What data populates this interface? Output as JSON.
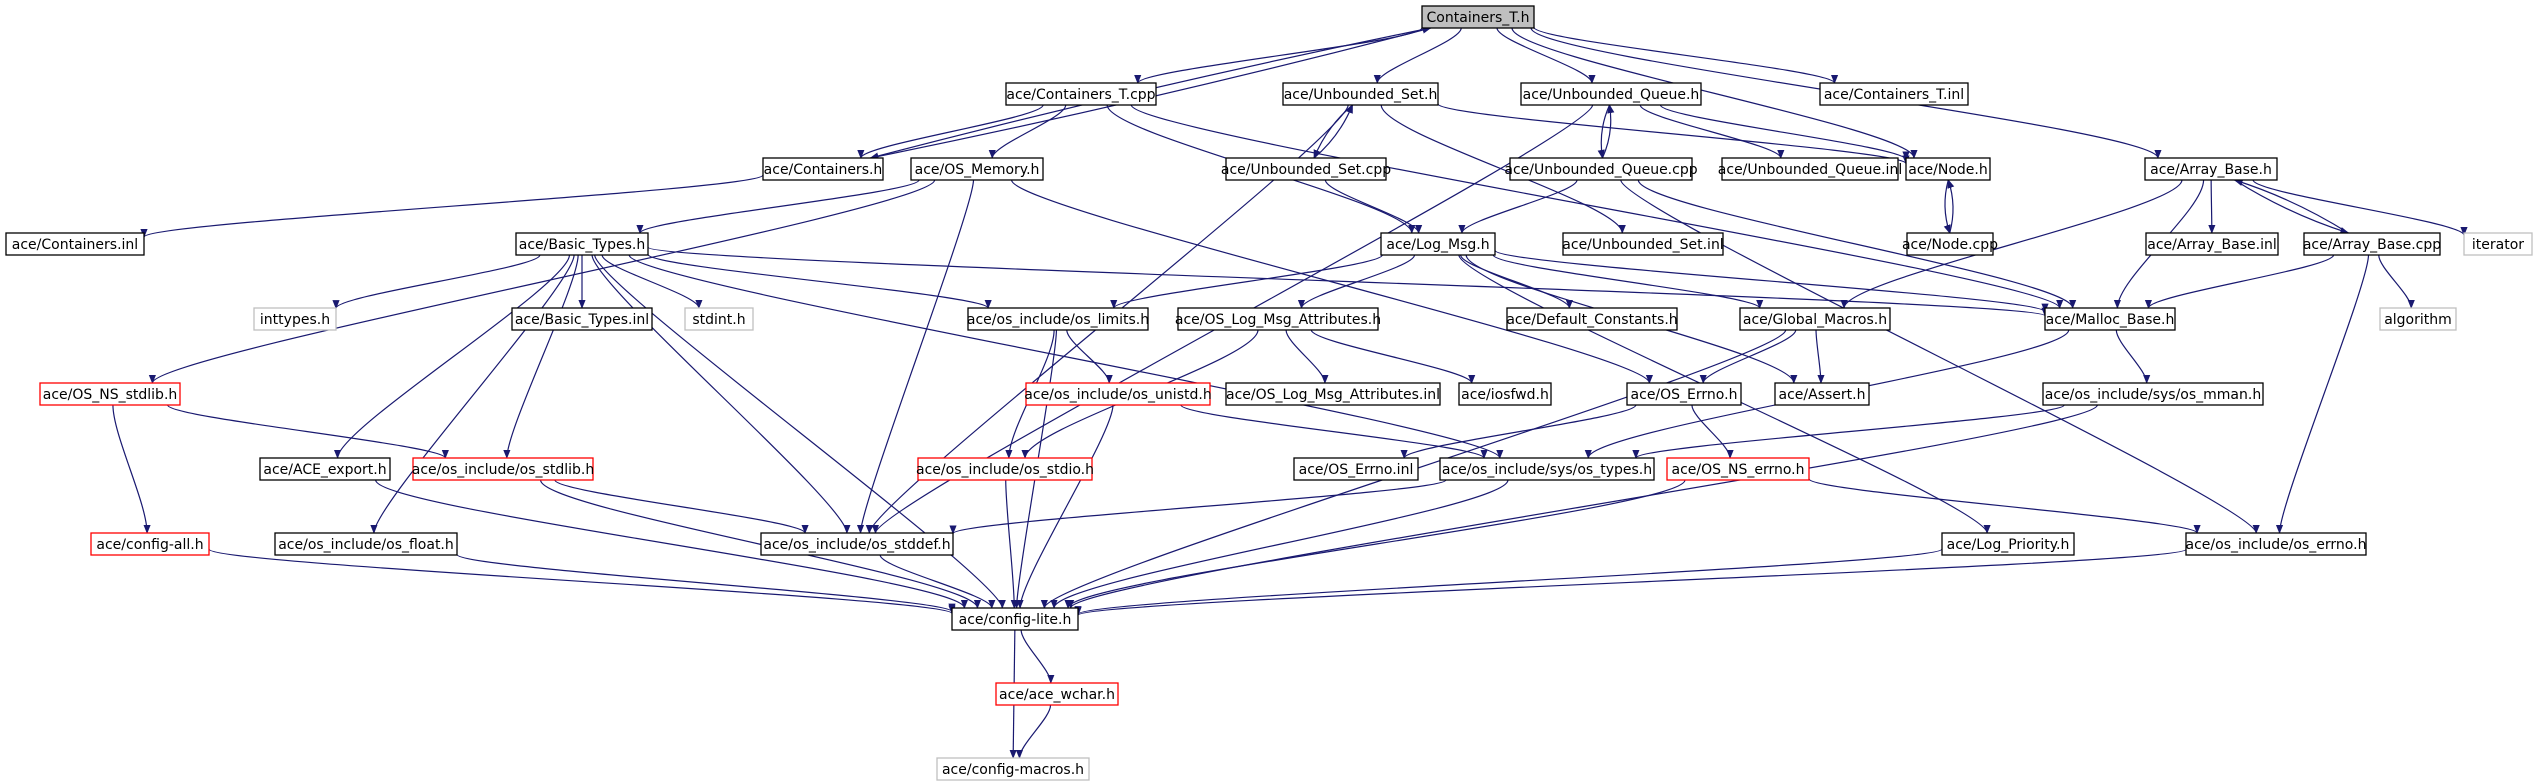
{
  "colors": {
    "edge": "#191970",
    "border_default": "#000000",
    "border_red": "#ff0000",
    "border_gray": "#bfbfbf",
    "fill_root": "#bfbfbf",
    "fill_default": "#ffffff",
    "text": "#000000"
  },
  "nodes": [
    {
      "id": "containers_t_h",
      "label": "Containers_T.h",
      "style": "root"
    },
    {
      "id": "containers_t_cpp",
      "label": "ace/Containers_T.cpp",
      "style": "normal"
    },
    {
      "id": "unbounded_set_h",
      "label": "ace/Unbounded_Set.h",
      "style": "normal"
    },
    {
      "id": "unbounded_queue_h",
      "label": "ace/Unbounded_Queue.h",
      "style": "normal"
    },
    {
      "id": "containers_t_inl",
      "label": "ace/Containers_T.inl",
      "style": "normal"
    },
    {
      "id": "containers_h",
      "label": "ace/Containers.h",
      "style": "normal"
    },
    {
      "id": "os_memory_h",
      "label": "ace/OS_Memory.h",
      "style": "normal"
    },
    {
      "id": "unbounded_set_cpp",
      "label": "ace/Unbounded_Set.cpp",
      "style": "normal"
    },
    {
      "id": "unbounded_queue_cpp",
      "label": "ace/Unbounded_Queue.cpp",
      "style": "normal"
    },
    {
      "id": "unbounded_queue_inl",
      "label": "ace/Unbounded_Queue.inl",
      "style": "normal"
    },
    {
      "id": "node_h",
      "label": "ace/Node.h",
      "style": "normal"
    },
    {
      "id": "array_base_h",
      "label": "ace/Array_Base.h",
      "style": "normal"
    },
    {
      "id": "containers_inl",
      "label": "ace/Containers.inl",
      "style": "normal"
    },
    {
      "id": "basic_types_h",
      "label": "ace/Basic_Types.h",
      "style": "normal"
    },
    {
      "id": "log_msg_h",
      "label": "ace/Log_Msg.h",
      "style": "normal"
    },
    {
      "id": "unbounded_set_inl",
      "label": "ace/Unbounded_Set.inl",
      "style": "normal"
    },
    {
      "id": "node_cpp",
      "label": "ace/Node.cpp",
      "style": "normal"
    },
    {
      "id": "array_base_inl",
      "label": "ace/Array_Base.inl",
      "style": "normal"
    },
    {
      "id": "array_base_cpp",
      "label": "ace/Array_Base.cpp",
      "style": "normal"
    },
    {
      "id": "iterator",
      "label": "iterator",
      "style": "gray"
    },
    {
      "id": "inttypes_h",
      "label": "inttypes.h",
      "style": "gray"
    },
    {
      "id": "basic_types_inl",
      "label": "ace/Basic_Types.inl",
      "style": "normal"
    },
    {
      "id": "stdint_h",
      "label": "stdint.h",
      "style": "gray"
    },
    {
      "id": "os_limits_h",
      "label": "ace/os_include/os_limits.h",
      "style": "normal"
    },
    {
      "id": "os_log_msg_attributes_h",
      "label": "ace/OS_Log_Msg_Attributes.h",
      "style": "normal"
    },
    {
      "id": "default_constants_h",
      "label": "ace/Default_Constants.h",
      "style": "normal"
    },
    {
      "id": "global_macros_h",
      "label": "ace/Global_Macros.h",
      "style": "normal"
    },
    {
      "id": "malloc_base_h",
      "label": "ace/Malloc_Base.h",
      "style": "normal"
    },
    {
      "id": "algorithm",
      "label": "algorithm",
      "style": "gray"
    },
    {
      "id": "os_ns_stdlib_h",
      "label": "ace/OS_NS_stdlib.h",
      "style": "red"
    },
    {
      "id": "os_unistd_h",
      "label": "ace/os_include/os_unistd.h",
      "style": "red"
    },
    {
      "id": "os_log_msg_attributes_inl",
      "label": "ace/OS_Log_Msg_Attributes.inl",
      "style": "normal"
    },
    {
      "id": "iosfwd_h",
      "label": "ace/iosfwd.h",
      "style": "normal"
    },
    {
      "id": "os_errno_h_top",
      "label": "ace/OS_Errno.h",
      "style": "normal"
    },
    {
      "id": "assert_h",
      "label": "ace/Assert.h",
      "style": "normal"
    },
    {
      "id": "os_mman_h",
      "label": "ace/os_include/sys/os_mman.h",
      "style": "normal"
    },
    {
      "id": "ace_export_h",
      "label": "ace/ACE_export.h",
      "style": "normal"
    },
    {
      "id": "os_stdlib_h",
      "label": "ace/os_include/os_stdlib.h",
      "style": "red"
    },
    {
      "id": "os_stdio_h",
      "label": "ace/os_include/os_stdio.h",
      "style": "red"
    },
    {
      "id": "os_errno_inl",
      "label": "ace/OS_Errno.inl",
      "style": "normal"
    },
    {
      "id": "os_types_h",
      "label": "ace/os_include/sys/os_types.h",
      "style": "normal"
    },
    {
      "id": "os_ns_errno_h",
      "label": "ace/OS_NS_errno.h",
      "style": "red"
    },
    {
      "id": "config_all_h",
      "label": "ace/config-all.h",
      "style": "red"
    },
    {
      "id": "os_float_h",
      "label": "ace/os_include/os_float.h",
      "style": "normal"
    },
    {
      "id": "os_stddef_h",
      "label": "ace/os_include/os_stddef.h",
      "style": "normal"
    },
    {
      "id": "log_priority_h",
      "label": "ace/Log_Priority.h",
      "style": "normal"
    },
    {
      "id": "os_include_errno_h",
      "label": "ace/os_include/os_errno.h",
      "style": "normal"
    },
    {
      "id": "config_lite_h",
      "label": "ace/config-lite.h",
      "style": "normal"
    },
    {
      "id": "ace_wchar_h",
      "label": "ace/ace_wchar.h",
      "style": "red"
    },
    {
      "id": "config_macros_h",
      "label": "ace/config-macros.h",
      "style": "gray"
    }
  ],
  "edges": [
    [
      "containers_t_h",
      "containers_t_cpp"
    ],
    [
      "containers_t_h",
      "unbounded_set_h"
    ],
    [
      "containers_t_h",
      "unbounded_queue_h"
    ],
    [
      "containers_t_h",
      "containers_t_inl"
    ],
    [
      "containers_t_h",
      "containers_h"
    ],
    [
      "containers_t_h",
      "node_h"
    ],
    [
      "containers_t_h",
      "array_base_h"
    ],
    [
      "containers_t_cpp",
      "containers_h"
    ],
    [
      "containers_t_cpp",
      "os_memory_h"
    ],
    [
      "containers_t_cpp",
      "log_msg_h"
    ],
    [
      "containers_t_cpp",
      "malloc_base_h"
    ],
    [
      "containers_h",
      "containers_t_h"
    ],
    [
      "containers_h",
      "containers_inl"
    ],
    [
      "unbounded_set_h",
      "unbounded_set_cpp"
    ],
    [
      "unbounded_set_h",
      "node_h"
    ],
    [
      "unbounded_set_h",
      "unbounded_set_inl"
    ],
    [
      "unbounded_set_h",
      "os_stddef_h"
    ],
    [
      "unbounded_set_cpp",
      "unbounded_set_h"
    ],
    [
      "unbounded_set_cpp",
      "log_msg_h"
    ],
    [
      "unbounded_queue_h",
      "unbounded_queue_cpp"
    ],
    [
      "unbounded_queue_h",
      "unbounded_queue_inl"
    ],
    [
      "unbounded_queue_h",
      "node_h"
    ],
    [
      "unbounded_queue_h",
      "os_stddef_h"
    ],
    [
      "unbounded_queue_cpp",
      "unbounded_queue_h"
    ],
    [
      "unbounded_queue_cpp",
      "log_msg_h"
    ],
    [
      "unbounded_queue_cpp",
      "malloc_base_h"
    ],
    [
      "unbounded_queue_cpp",
      "os_include_errno_h"
    ],
    [
      "node_h",
      "node_cpp"
    ],
    [
      "node_cpp",
      "node_h"
    ],
    [
      "array_base_h",
      "global_macros_h"
    ],
    [
      "array_base_h",
      "malloc_base_h"
    ],
    [
      "array_base_h",
      "array_base_inl"
    ],
    [
      "array_base_h",
      "array_base_cpp"
    ],
    [
      "array_base_h",
      "iterator"
    ],
    [
      "array_base_cpp",
      "array_base_h"
    ],
    [
      "array_base_cpp",
      "malloc_base_h"
    ],
    [
      "array_base_cpp",
      "os_include_errno_h"
    ],
    [
      "array_base_cpp",
      "algorithm"
    ],
    [
      "os_memory_h",
      "basic_types_h"
    ],
    [
      "os_memory_h",
      "os_ns_stdlib_h"
    ],
    [
      "os_memory_h",
      "os_errno_h_top"
    ],
    [
      "os_memory_h",
      "os_stddef_h"
    ],
    [
      "basic_types_h",
      "inttypes_h"
    ],
    [
      "basic_types_h",
      "basic_types_inl"
    ],
    [
      "basic_types_h",
      "stdint_h"
    ],
    [
      "basic_types_h",
      "os_limits_h"
    ],
    [
      "basic_types_h",
      "ace_export_h"
    ],
    [
      "basic_types_h",
      "os_stdlib_h"
    ],
    [
      "basic_types_h",
      "os_float_h"
    ],
    [
      "basic_types_h",
      "os_stddef_h"
    ],
    [
      "basic_types_h",
      "os_types_h"
    ],
    [
      "basic_types_h",
      "config_lite_h"
    ],
    [
      "basic_types_h",
      "malloc_base_h"
    ],
    [
      "log_msg_h",
      "os_limits_h"
    ],
    [
      "log_msg_h",
      "os_log_msg_attributes_h"
    ],
    [
      "log_msg_h",
      "default_constants_h"
    ],
    [
      "log_msg_h",
      "global_macros_h"
    ],
    [
      "log_msg_h",
      "assert_h"
    ],
    [
      "log_msg_h",
      "log_priority_h"
    ],
    [
      "log_msg_h",
      "malloc_base_h"
    ],
    [
      "os_limits_h",
      "os_unistd_h"
    ],
    [
      "os_limits_h",
      "os_stdio_h"
    ],
    [
      "os_limits_h",
      "config_lite_h"
    ],
    [
      "os_log_msg_attributes_h",
      "os_log_msg_attributes_inl"
    ],
    [
      "os_log_msg_attributes_h",
      "iosfwd_h"
    ],
    [
      "os_log_msg_attributes_h",
      "os_stdio_h"
    ],
    [
      "global_macros_h",
      "os_errno_h_top"
    ],
    [
      "global_macros_h",
      "assert_h"
    ],
    [
      "global_macros_h",
      "config_lite_h"
    ],
    [
      "malloc_base_h",
      "os_mman_h"
    ],
    [
      "malloc_base_h",
      "os_types_h"
    ],
    [
      "os_mman_h",
      "os_types_h"
    ],
    [
      "os_mman_h",
      "config_lite_h"
    ],
    [
      "os_errno_h_top",
      "os_errno_inl"
    ],
    [
      "os_errno_h_top",
      "os_ns_errno_h"
    ],
    [
      "os_ns_stdlib_h",
      "os_stdlib_h"
    ],
    [
      "os_ns_stdlib_h",
      "config_all_h"
    ],
    [
      "os_unistd_h",
      "os_types_h"
    ],
    [
      "os_unistd_h",
      "config_lite_h"
    ],
    [
      "os_stdlib_h",
      "os_stddef_h"
    ],
    [
      "os_stdlib_h",
      "config_lite_h"
    ],
    [
      "os_stdio_h",
      "config_lite_h"
    ],
    [
      "os_types_h",
      "os_stddef_h"
    ],
    [
      "os_types_h",
      "config_lite_h"
    ],
    [
      "os_ns_errno_h",
      "os_include_errno_h"
    ],
    [
      "os_ns_errno_h",
      "config_lite_h"
    ],
    [
      "ace_export_h",
      "config_lite_h"
    ],
    [
      "config_all_h",
      "config_lite_h"
    ],
    [
      "os_float_h",
      "config_lite_h"
    ],
    [
      "os_stddef_h",
      "config_lite_h"
    ],
    [
      "log_priority_h",
      "config_lite_h"
    ],
    [
      "os_include_errno_h",
      "config_lite_h"
    ],
    [
      "config_lite_h",
      "ace_wchar_h"
    ],
    [
      "config_lite_h",
      "config_macros_h"
    ],
    [
      "ace_wchar_h",
      "config_macros_h"
    ]
  ]
}
